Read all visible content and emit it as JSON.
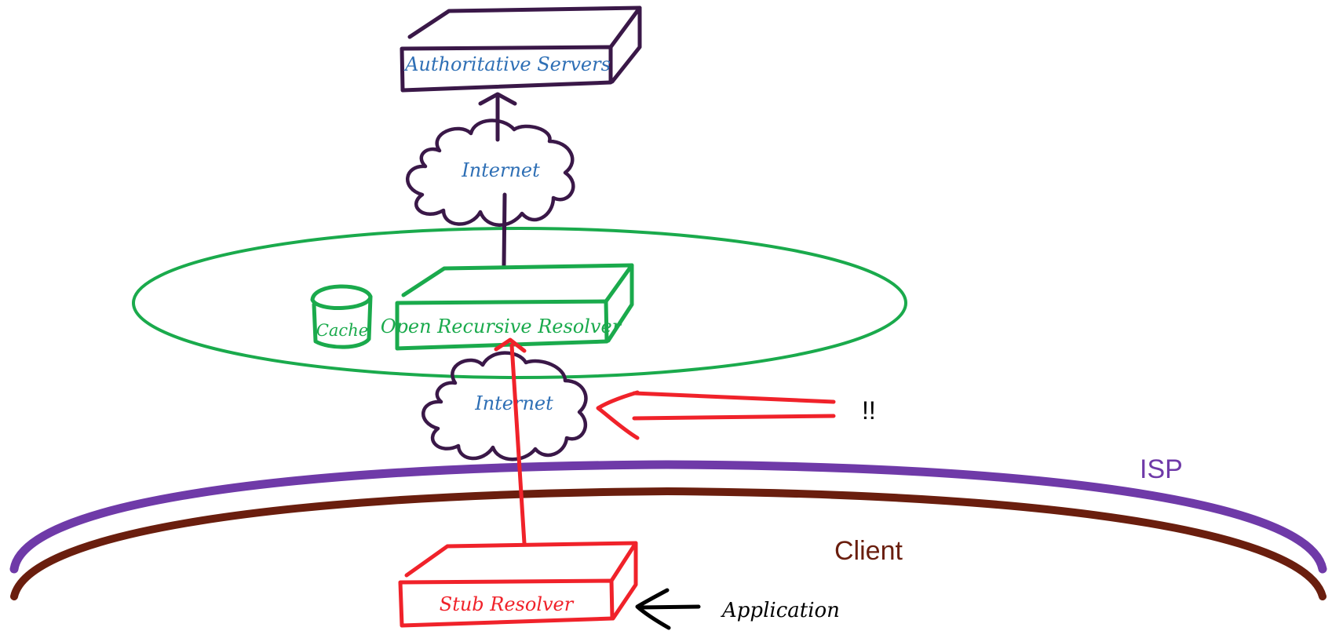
{
  "nodes": {
    "authoritative": {
      "label": "Authoritative Servers",
      "color": "#3a1848",
      "text_color": "#2e6fb5"
    },
    "internet_top": {
      "label": "Internet",
      "color": "#3a1848",
      "text_color": "#2e6fb5"
    },
    "resolver": {
      "label": "Open Recursive Resolver",
      "color": "#1aaa4c"
    },
    "cache": {
      "label": "Cache",
      "color": "#1aaa4c"
    },
    "internet_bottom": {
      "label": "Internet",
      "color": "#3a1848",
      "text_color": "#2e6fb5"
    },
    "stub": {
      "label": "Stub Resolver",
      "color": "#f0222a"
    }
  },
  "annotations": {
    "alert": "!!",
    "application": "Application",
    "isp": "ISP",
    "client": "Client"
  },
  "colors": {
    "isp_arc": "#6f3aa8",
    "client_arc": "#6a1e0e",
    "query_path": "#f0222a",
    "application_arrow": "#000000"
  }
}
